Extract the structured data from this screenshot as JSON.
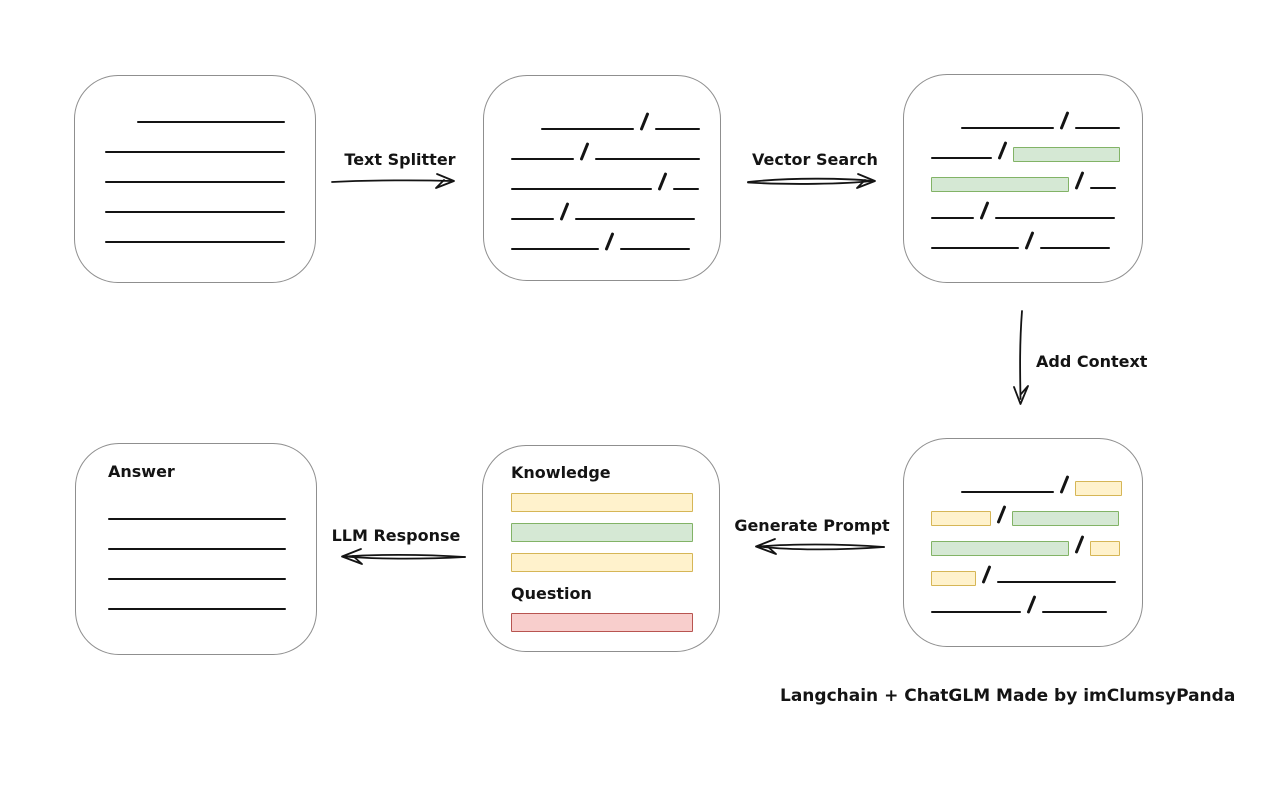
{
  "caption": "Langchain + ChatGLM Made by imClumsyPanda",
  "colors": {
    "yellow_fill": "#fff2cc",
    "yellow_stroke": "#d6b656",
    "green_fill": "#d5e8d4",
    "green_stroke": "#82b366",
    "red_fill": "#f8cecc",
    "red_stroke": "#b85450",
    "ink": "#141414",
    "box_border": "#8f8f8f"
  },
  "arrows": {
    "text_splitter": {
      "label": "Text Splitter",
      "direction": "right"
    },
    "vector_search": {
      "label": "Vector Search",
      "direction": "right"
    },
    "add_context": {
      "label": "Add Context",
      "direction": "down"
    },
    "generate_prompt": {
      "label": "Generate Prompt",
      "direction": "left"
    },
    "llm_response": {
      "label": "LLM Response",
      "direction": "left"
    }
  },
  "nodes": {
    "document": {
      "rows": [
        {
          "ind": 62,
          "segs": [
            {
              "t": "line",
              "w": 148
            }
          ]
        },
        {
          "ind": 30,
          "segs": [
            {
              "t": "line",
              "w": 180
            }
          ]
        },
        {
          "ind": 30,
          "segs": [
            {
              "t": "line",
              "w": 180
            }
          ]
        },
        {
          "ind": 30,
          "segs": [
            {
              "t": "line",
              "w": 180
            }
          ]
        },
        {
          "ind": 30,
          "segs": [
            {
              "t": "line",
              "w": 180
            }
          ]
        }
      ]
    },
    "split_text": {
      "rows": [
        {
          "ind": 57,
          "segs": [
            {
              "t": "line",
              "w": 93
            },
            {
              "t": "slash"
            },
            {
              "t": "line",
              "w": 45
            }
          ]
        },
        {
          "ind": 27,
          "segs": [
            {
              "t": "line",
              "w": 63
            },
            {
              "t": "slash"
            },
            {
              "t": "line",
              "w": 105
            }
          ]
        },
        {
          "ind": 27,
          "segs": [
            {
              "t": "line",
              "w": 141
            },
            {
              "t": "slash"
            },
            {
              "t": "line",
              "w": 26
            }
          ]
        },
        {
          "ind": 27,
          "segs": [
            {
              "t": "line",
              "w": 43
            },
            {
              "t": "slash"
            },
            {
              "t": "line",
              "w": 120
            }
          ]
        },
        {
          "ind": 27,
          "segs": [
            {
              "t": "line",
              "w": 88
            },
            {
              "t": "slash"
            },
            {
              "t": "line",
              "w": 70
            }
          ]
        }
      ]
    },
    "matched_chunks": {
      "rows": [
        {
          "ind": 57,
          "segs": [
            {
              "t": "line",
              "w": 93
            },
            {
              "t": "slash"
            },
            {
              "t": "line",
              "w": 45
            }
          ]
        },
        {
          "ind": 27,
          "segs": [
            {
              "t": "line",
              "w": 61
            },
            {
              "t": "slash"
            },
            {
              "t": "bar",
              "w": 107,
              "c": "green"
            }
          ]
        },
        {
          "ind": 27,
          "segs": [
            {
              "t": "bar",
              "w": 138,
              "c": "green"
            },
            {
              "t": "slash"
            },
            {
              "t": "line",
              "w": 26
            }
          ]
        },
        {
          "ind": 27,
          "segs": [
            {
              "t": "line",
              "w": 43
            },
            {
              "t": "slash"
            },
            {
              "t": "line",
              "w": 120
            }
          ]
        },
        {
          "ind": 27,
          "segs": [
            {
              "t": "line",
              "w": 88
            },
            {
              "t": "slash"
            },
            {
              "t": "line",
              "w": 70
            }
          ]
        }
      ]
    },
    "context": {
      "rows": [
        {
          "ind": 57,
          "segs": [
            {
              "t": "line",
              "w": 93
            },
            {
              "t": "slash"
            },
            {
              "t": "bar",
              "w": 47,
              "c": "yellow"
            }
          ]
        },
        {
          "ind": 27,
          "segs": [
            {
              "t": "bar",
              "w": 60,
              "c": "yellow"
            },
            {
              "t": "slash"
            },
            {
              "t": "bar",
              "w": 107,
              "c": "green"
            }
          ]
        },
        {
          "ind": 27,
          "segs": [
            {
              "t": "bar",
              "w": 138,
              "c": "green"
            },
            {
              "t": "slash"
            },
            {
              "t": "bar",
              "w": 30,
              "c": "yellow"
            }
          ]
        },
        {
          "ind": 27,
          "segs": [
            {
              "t": "bar",
              "w": 45,
              "c": "yellow"
            },
            {
              "t": "slash"
            },
            {
              "t": "line",
              "w": 119
            }
          ]
        },
        {
          "ind": 27,
          "segs": [
            {
              "t": "line",
              "w": 90
            },
            {
              "t": "slash"
            },
            {
              "t": "line",
              "w": 65
            }
          ]
        }
      ]
    },
    "prompt": {
      "knowledge_label": "Knowledge",
      "question_label": "Question",
      "knowledge_rows": [
        {
          "segs": [
            {
              "t": "bar",
              "w": 182,
              "h": 19,
              "c": "yellow"
            }
          ]
        },
        {
          "segs": [
            {
              "t": "bar",
              "w": 182,
              "h": 19,
              "c": "green"
            }
          ]
        },
        {
          "segs": [
            {
              "t": "bar",
              "w": 182,
              "h": 19,
              "c": "yellow"
            }
          ]
        }
      ],
      "question_rows": [
        {
          "segs": [
            {
              "t": "bar",
              "w": 182,
              "h": 19,
              "c": "red"
            }
          ]
        }
      ]
    },
    "answer": {
      "title": "Answer",
      "rows": [
        {
          "ind": 32,
          "segs": [
            {
              "t": "line",
              "w": 178
            }
          ]
        },
        {
          "ind": 32,
          "segs": [
            {
              "t": "line",
              "w": 178
            }
          ]
        },
        {
          "ind": 32,
          "segs": [
            {
              "t": "line",
              "w": 178
            }
          ]
        },
        {
          "ind": 32,
          "segs": [
            {
              "t": "line",
              "w": 178
            }
          ]
        }
      ]
    }
  }
}
